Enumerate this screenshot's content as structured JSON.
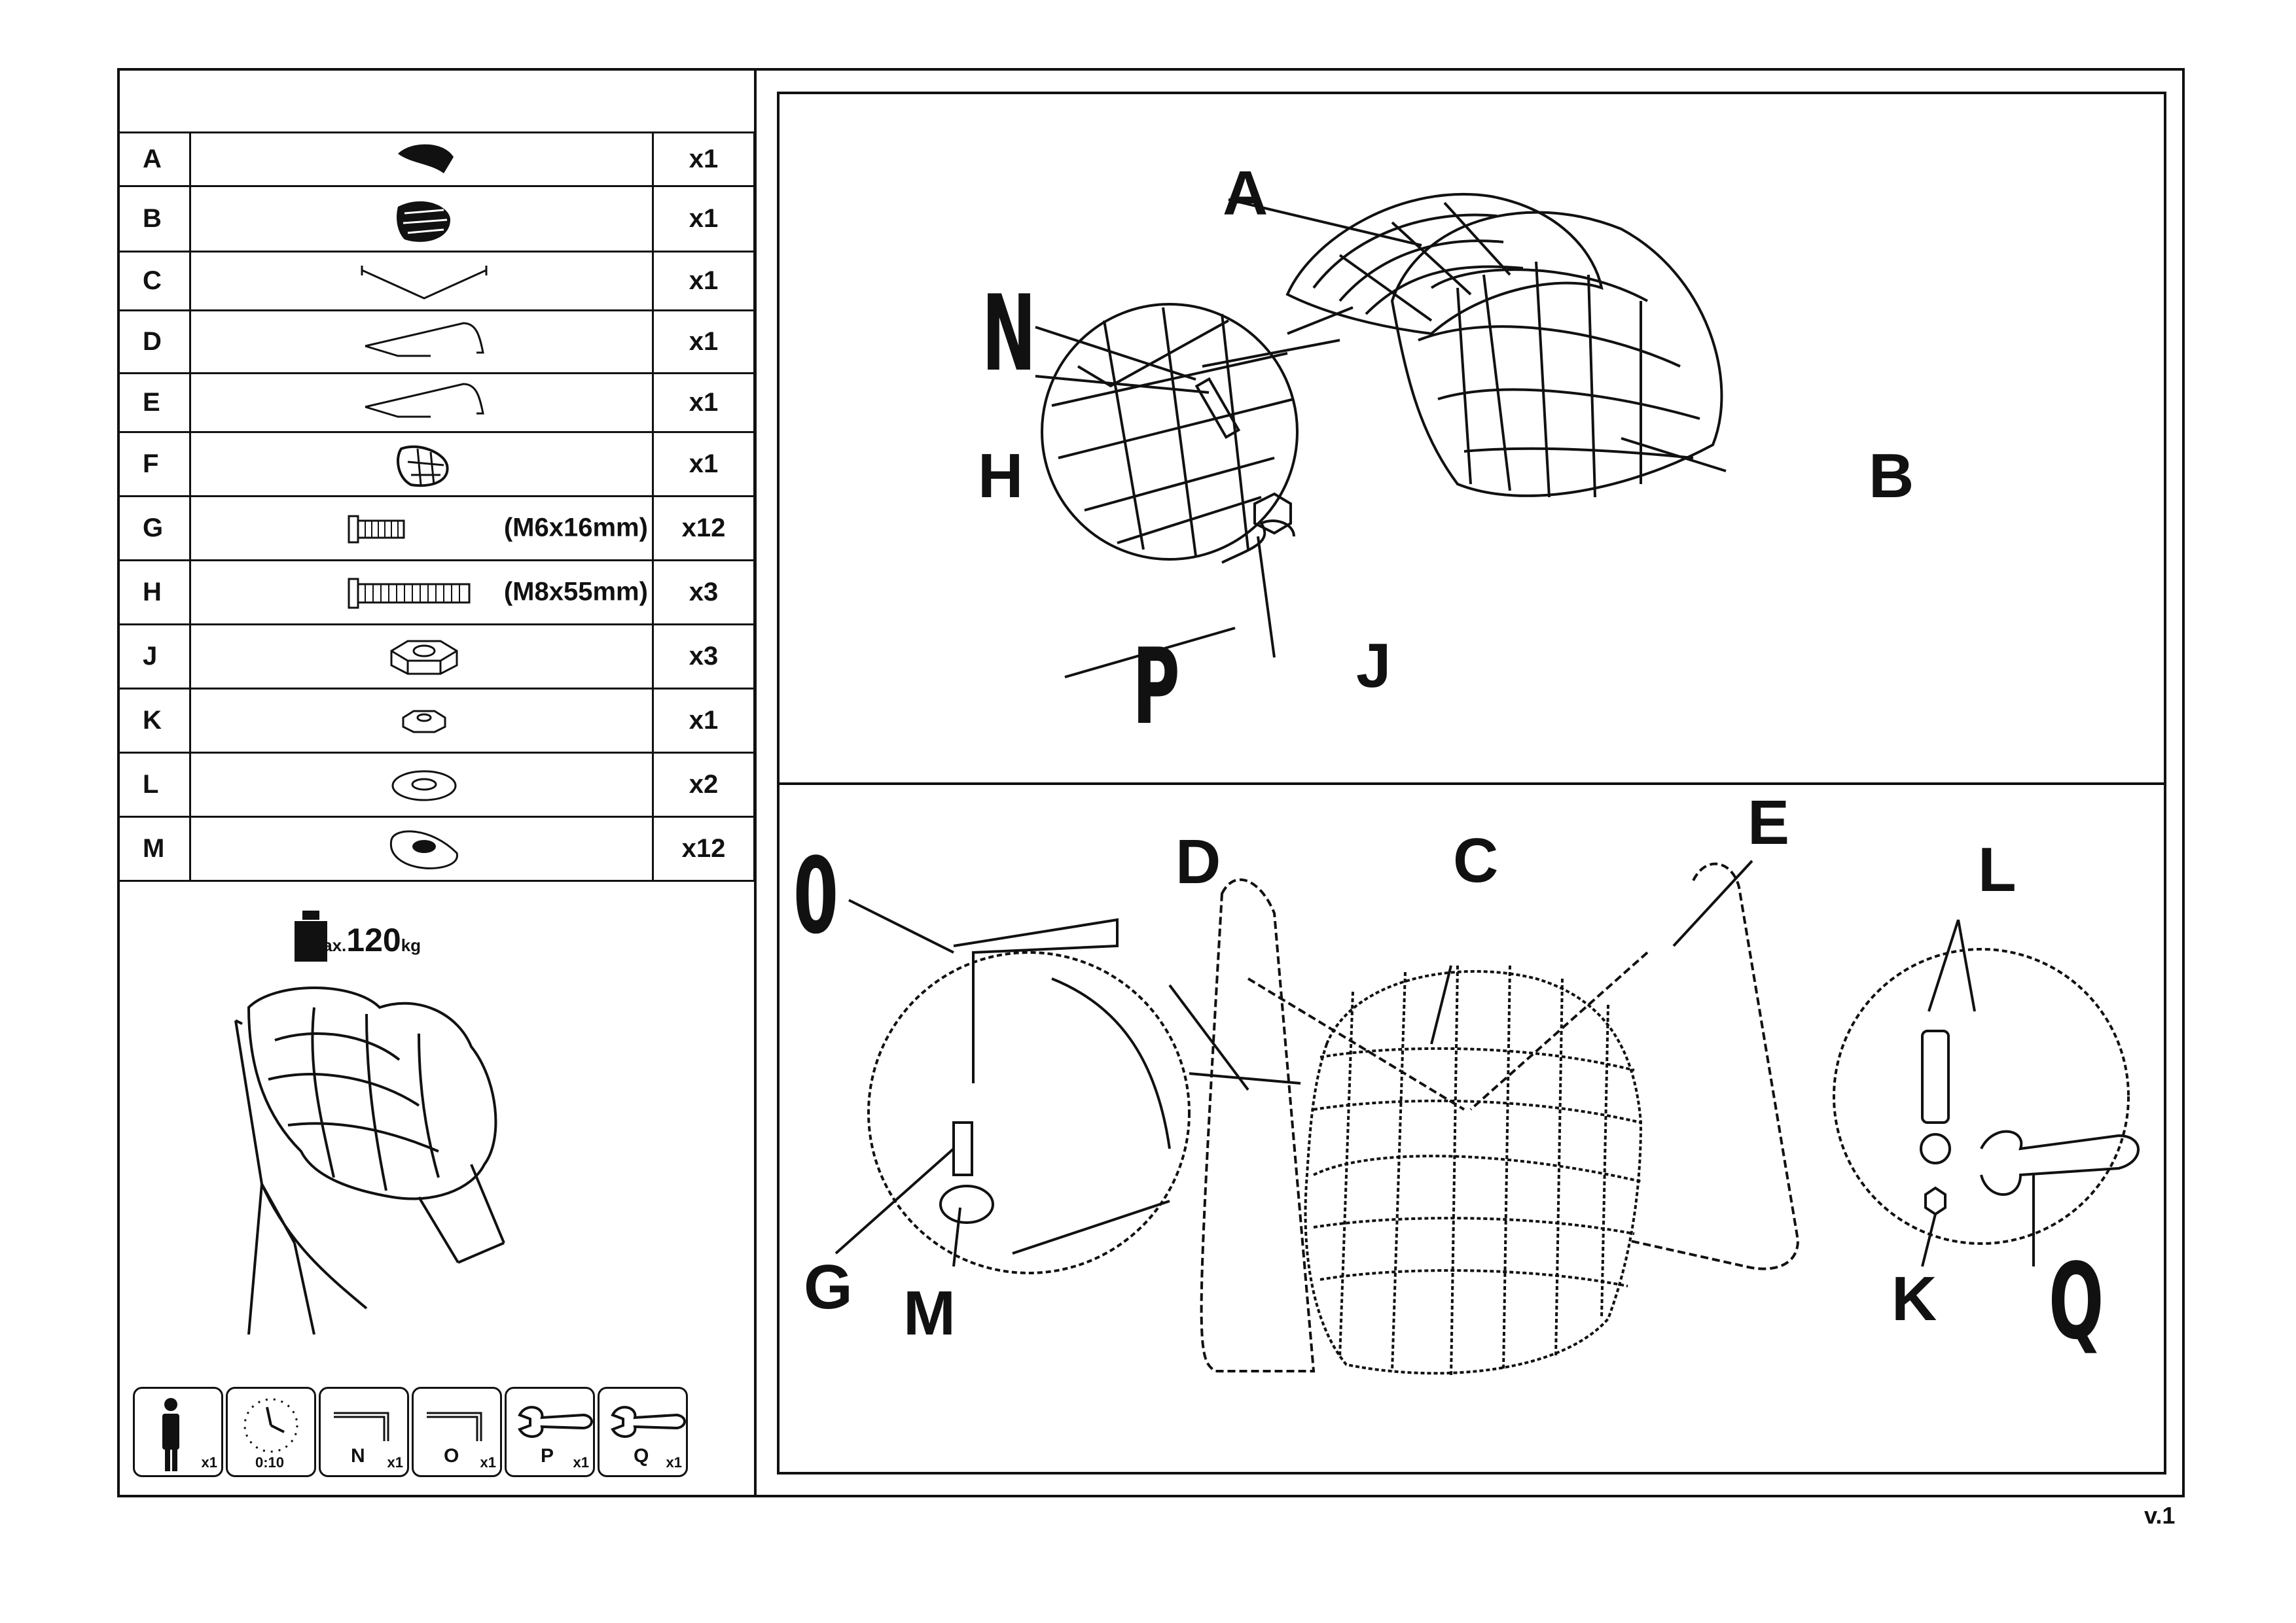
{
  "parts": [
    {
      "letter": "A",
      "spec": "",
      "qty": "x1",
      "icon": "seat-shell-icon"
    },
    {
      "letter": "B",
      "spec": "",
      "qty": "x1",
      "icon": "back-shell-icon"
    },
    {
      "letter": "C",
      "spec": "",
      "qty": "x1",
      "icon": "cross-bar-icon"
    },
    {
      "letter": "D",
      "spec": "",
      "qty": "x1",
      "icon": "leg-frame-icon"
    },
    {
      "letter": "E",
      "spec": "",
      "qty": "x1",
      "icon": "leg-frame-icon"
    },
    {
      "letter": "F",
      "spec": "",
      "qty": "x1",
      "icon": "cushion-icon"
    },
    {
      "letter": "G",
      "spec": "(M6x16mm)",
      "qty": "x12",
      "icon": "short-bolt-icon"
    },
    {
      "letter": "H",
      "spec": "(M8x55mm)",
      "qty": "x3",
      "icon": "long-bolt-icon"
    },
    {
      "letter": "J",
      "spec": "",
      "qty": "x3",
      "icon": "large-nut-icon"
    },
    {
      "letter": "K",
      "spec": "",
      "qty": "x1",
      "icon": "small-nut-icon"
    },
    {
      "letter": "L",
      "spec": "",
      "qty": "x2",
      "icon": "flat-washer-icon"
    },
    {
      "letter": "M",
      "spec": "",
      "qty": "x12",
      "icon": "curved-washer-icon"
    }
  ],
  "max_load": {
    "prefix": "max.",
    "value": "120",
    "unit": "kg"
  },
  "tools": [
    {
      "label": "",
      "qty": "x1",
      "icon": "person-icon"
    },
    {
      "label": "0:10",
      "qty": "",
      "icon": "clock-icon"
    },
    {
      "label": "N",
      "qty": "x1",
      "icon": "allen-key-icon"
    },
    {
      "label": "O",
      "qty": "x1",
      "icon": "allen-key-icon"
    },
    {
      "label": "P",
      "qty": "x1",
      "icon": "wrench-icon"
    },
    {
      "label": "Q",
      "qty": "x1",
      "icon": "wrench-icon"
    }
  ],
  "step1_callouts": {
    "A": "A",
    "B": "B",
    "N": "N",
    "H": "H",
    "P": "P",
    "J": "J"
  },
  "step2_callouts": {
    "O": "0",
    "D": "D",
    "C": "C",
    "E": "E",
    "L": "L",
    "G": "G",
    "M": "M",
    "K": "K",
    "Q": "Q"
  },
  "version": "v.1"
}
